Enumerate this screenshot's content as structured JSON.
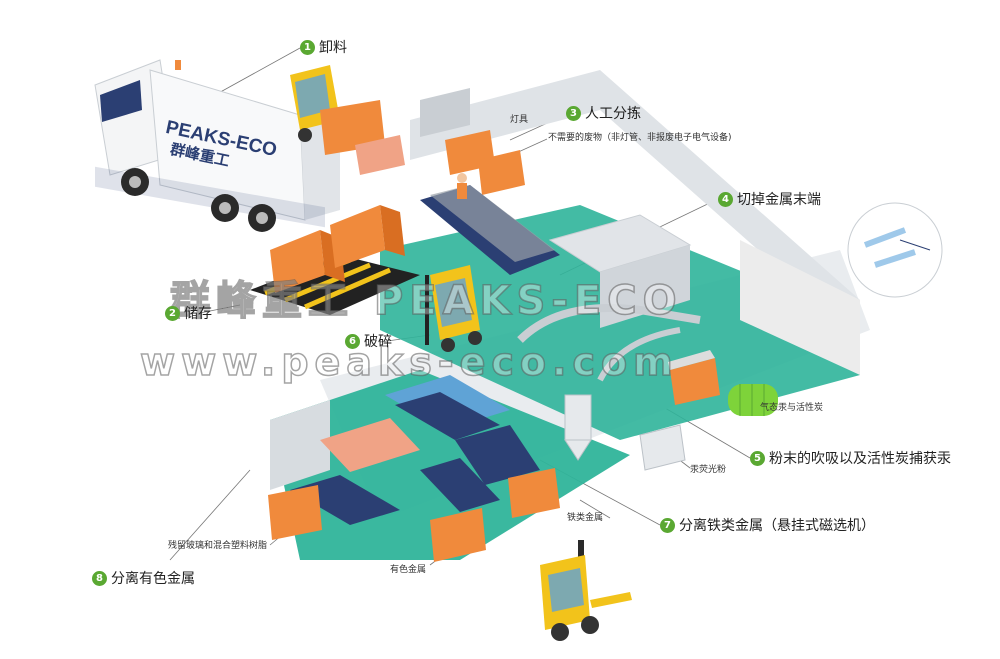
{
  "brand": {
    "logo_text": "PEAKS-ECO",
    "logo_chinese": "群峰重工"
  },
  "steps": [
    {
      "num": "1",
      "label": "卸料"
    },
    {
      "num": "2",
      "label": "储存"
    },
    {
      "num": "3",
      "label": "人工分拣"
    },
    {
      "num": "4",
      "label": "切掉金属末端"
    },
    {
      "num": "5",
      "label": "粉末的吹吸以及活性炭捕获汞"
    },
    {
      "num": "6",
      "label": "破碎"
    },
    {
      "num": "7",
      "label": "分离铁类金属（悬挂式磁选机）"
    },
    {
      "num": "8",
      "label": "分离有色金属"
    }
  ],
  "annotations": {
    "lamps": "灯具",
    "unwanted_waste": "不需要的废物（非灯管、非报废电子电气设备)",
    "mercury_vapor_carbon": "气态汞与活性炭",
    "mercury_phosphor": "汞荧光粉",
    "ferrous_metal": "铁类金属",
    "nonferrous_metal": "有色金属",
    "glass_plastic": "残留玻璃和混合塑料树脂"
  },
  "watermark": {
    "line1": "群峰重工 PEAKS-ECO",
    "line2": "www.peaks-eco.com"
  },
  "colors": {
    "badge": "#5aa832",
    "orange": "#f08a3c",
    "teal": "#2fb49a",
    "yellow": "#f2c31b",
    "navy": "#2b3f73",
    "blue_belt": "#5fa3d6",
    "salmon_belt": "#f0a386",
    "floor": "#e9ecef"
  }
}
